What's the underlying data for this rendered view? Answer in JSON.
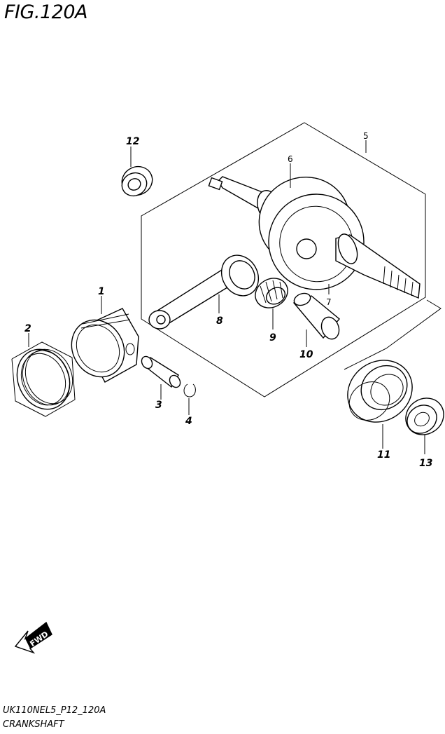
{
  "title": "FIG.120A",
  "footer": {
    "code": "UK110NEL5_P12_120A",
    "name": "CRANKSHAFT"
  },
  "fwd_label": "FWD",
  "parts": [
    {
      "ref": "1",
      "style": "bold"
    },
    {
      "ref": "2",
      "style": "bold"
    },
    {
      "ref": "3",
      "style": "bold"
    },
    {
      "ref": "4",
      "style": "bold"
    },
    {
      "ref": "5",
      "style": "plain"
    },
    {
      "ref": "6",
      "style": "plain"
    },
    {
      "ref": "7",
      "style": "plain"
    },
    {
      "ref": "8",
      "style": "bold"
    },
    {
      "ref": "9",
      "style": "bold"
    },
    {
      "ref": "10",
      "style": "bold"
    },
    {
      "ref": "11",
      "style": "bold"
    },
    {
      "ref": "12",
      "style": "bold"
    },
    {
      "ref": "13",
      "style": "bold"
    }
  ]
}
